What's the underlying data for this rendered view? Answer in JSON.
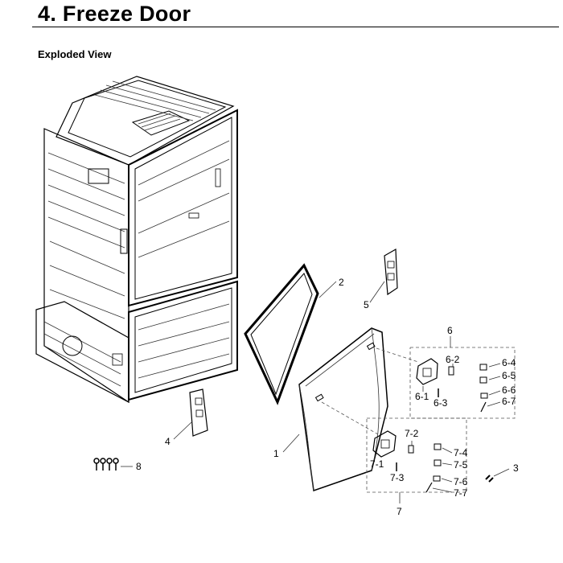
{
  "header": {
    "title": "4.  Freeze Door",
    "subtitle": "Exploded View"
  },
  "diagram": {
    "labels": {
      "c1": "1",
      "c2": "2",
      "c3": "3",
      "c4": "4",
      "c5": "5",
      "c6": "6",
      "c6_1": "6-1",
      "c6_2": "6-2",
      "c6_3": "6-3",
      "c6_4": "6-4",
      "c6_5": "6-5",
      "c6_6": "6-6",
      "c6_7": "6-7",
      "c7": "7",
      "c7_1": "7-1",
      "c7_2": "7-2",
      "c7_3": "7-3",
      "c7_4": "7-4",
      "c7_5": "7-5",
      "c7_6": "7-6",
      "c7_7": "7-7",
      "c8": "8"
    }
  }
}
